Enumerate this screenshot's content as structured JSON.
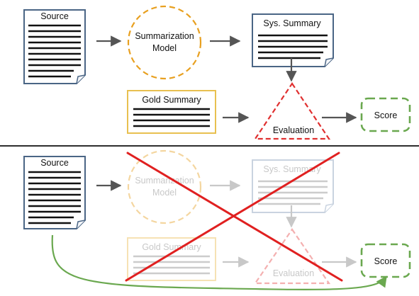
{
  "top_panel": {
    "source_label": "Source",
    "model_label_line1": "Summarization",
    "model_label_line2": "Model",
    "sys_summary_label": "Sys. Summary",
    "gold_summary_label": "Gold Summary",
    "evaluation_label": "Evaluation",
    "score_label": "Score"
  },
  "bottom_panel": {
    "source_label": "Source",
    "model_label_line1": "Summarization",
    "model_label_line2": "Model",
    "sys_summary_label": "Sys. Summary",
    "gold_summary_label": "Gold Summary",
    "evaluation_label": "Evaluation",
    "score_label": "Score"
  },
  "colors": {
    "doc_border": "#4a6585",
    "model_orange": "#e8a020",
    "gold_border": "#e8c050",
    "eval_red": "#e03030",
    "score_green": "#6aa84f",
    "arrow_gray": "#555555",
    "cross_red": "#e02020",
    "faded_gray": "#cccccc"
  }
}
